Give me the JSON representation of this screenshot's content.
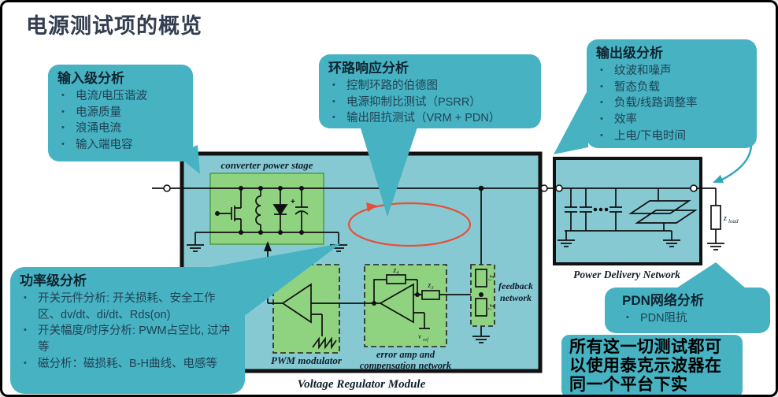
{
  "slide": {
    "title": "电源测试项的概览"
  },
  "ui": {
    "bullet": "•"
  },
  "callouts": {
    "input": {
      "title": "输入级分析",
      "items": [
        "电流/电压谐波",
        "电源质量",
        "浪涌电流",
        "输入端电容"
      ]
    },
    "loop": {
      "title": "环路响应分析",
      "items": [
        "控制环路的伯德图",
        "电源抑制比测试（PSRR）",
        "输出阻抗测试（VRM + PDN）"
      ]
    },
    "output": {
      "title": "输出级分析",
      "items": [
        "纹波和噪声",
        "暂态负载",
        "负载/线路调整率",
        "效率",
        "上电/下电时间"
      ]
    },
    "power": {
      "title": "功率级分析",
      "items": [
        "开关元件分析: 开关损耗、安全工作区、dv/dt、di/dt、Rds(on)",
        "开关幅度/时序分析: PWM占空比, 过冲等",
        "磁分析：磁损耗、B-H曲线、电感等"
      ]
    },
    "pdn": {
      "title": "PDN网络分析",
      "items": [
        "PDN阻抗"
      ]
    },
    "conclusion": {
      "lines": [
        "所有这一切测试都可",
        "以使用泰克示波器在",
        "同一个平台下实现！！"
      ]
    }
  },
  "diagram": {
    "vrm_label": "Voltage Regulator Module",
    "pdn_label": "Power Delivery Network",
    "converter_label": "converter power stage",
    "pwm_label": "PWM modulator",
    "error_amp_line1": "error amp and",
    "error_amp_line2": "compensation network",
    "feedback_line1": "feedback",
    "feedback_line2": "network",
    "z1": "z₁",
    "z2": "z₂",
    "z3": "z₃",
    "z4": "z₄",
    "plus": "+",
    "vref_main": "v",
    "vref_sub": "ref",
    "zload_main": "z",
    "zload_sub": "load"
  },
  "colors": {
    "callout_teal": "#47b2c2",
    "vrm_fill": "#86c9d3",
    "component_green": "#8fd381",
    "loop_red": "#e84f38",
    "title_text": "#333f50"
  }
}
